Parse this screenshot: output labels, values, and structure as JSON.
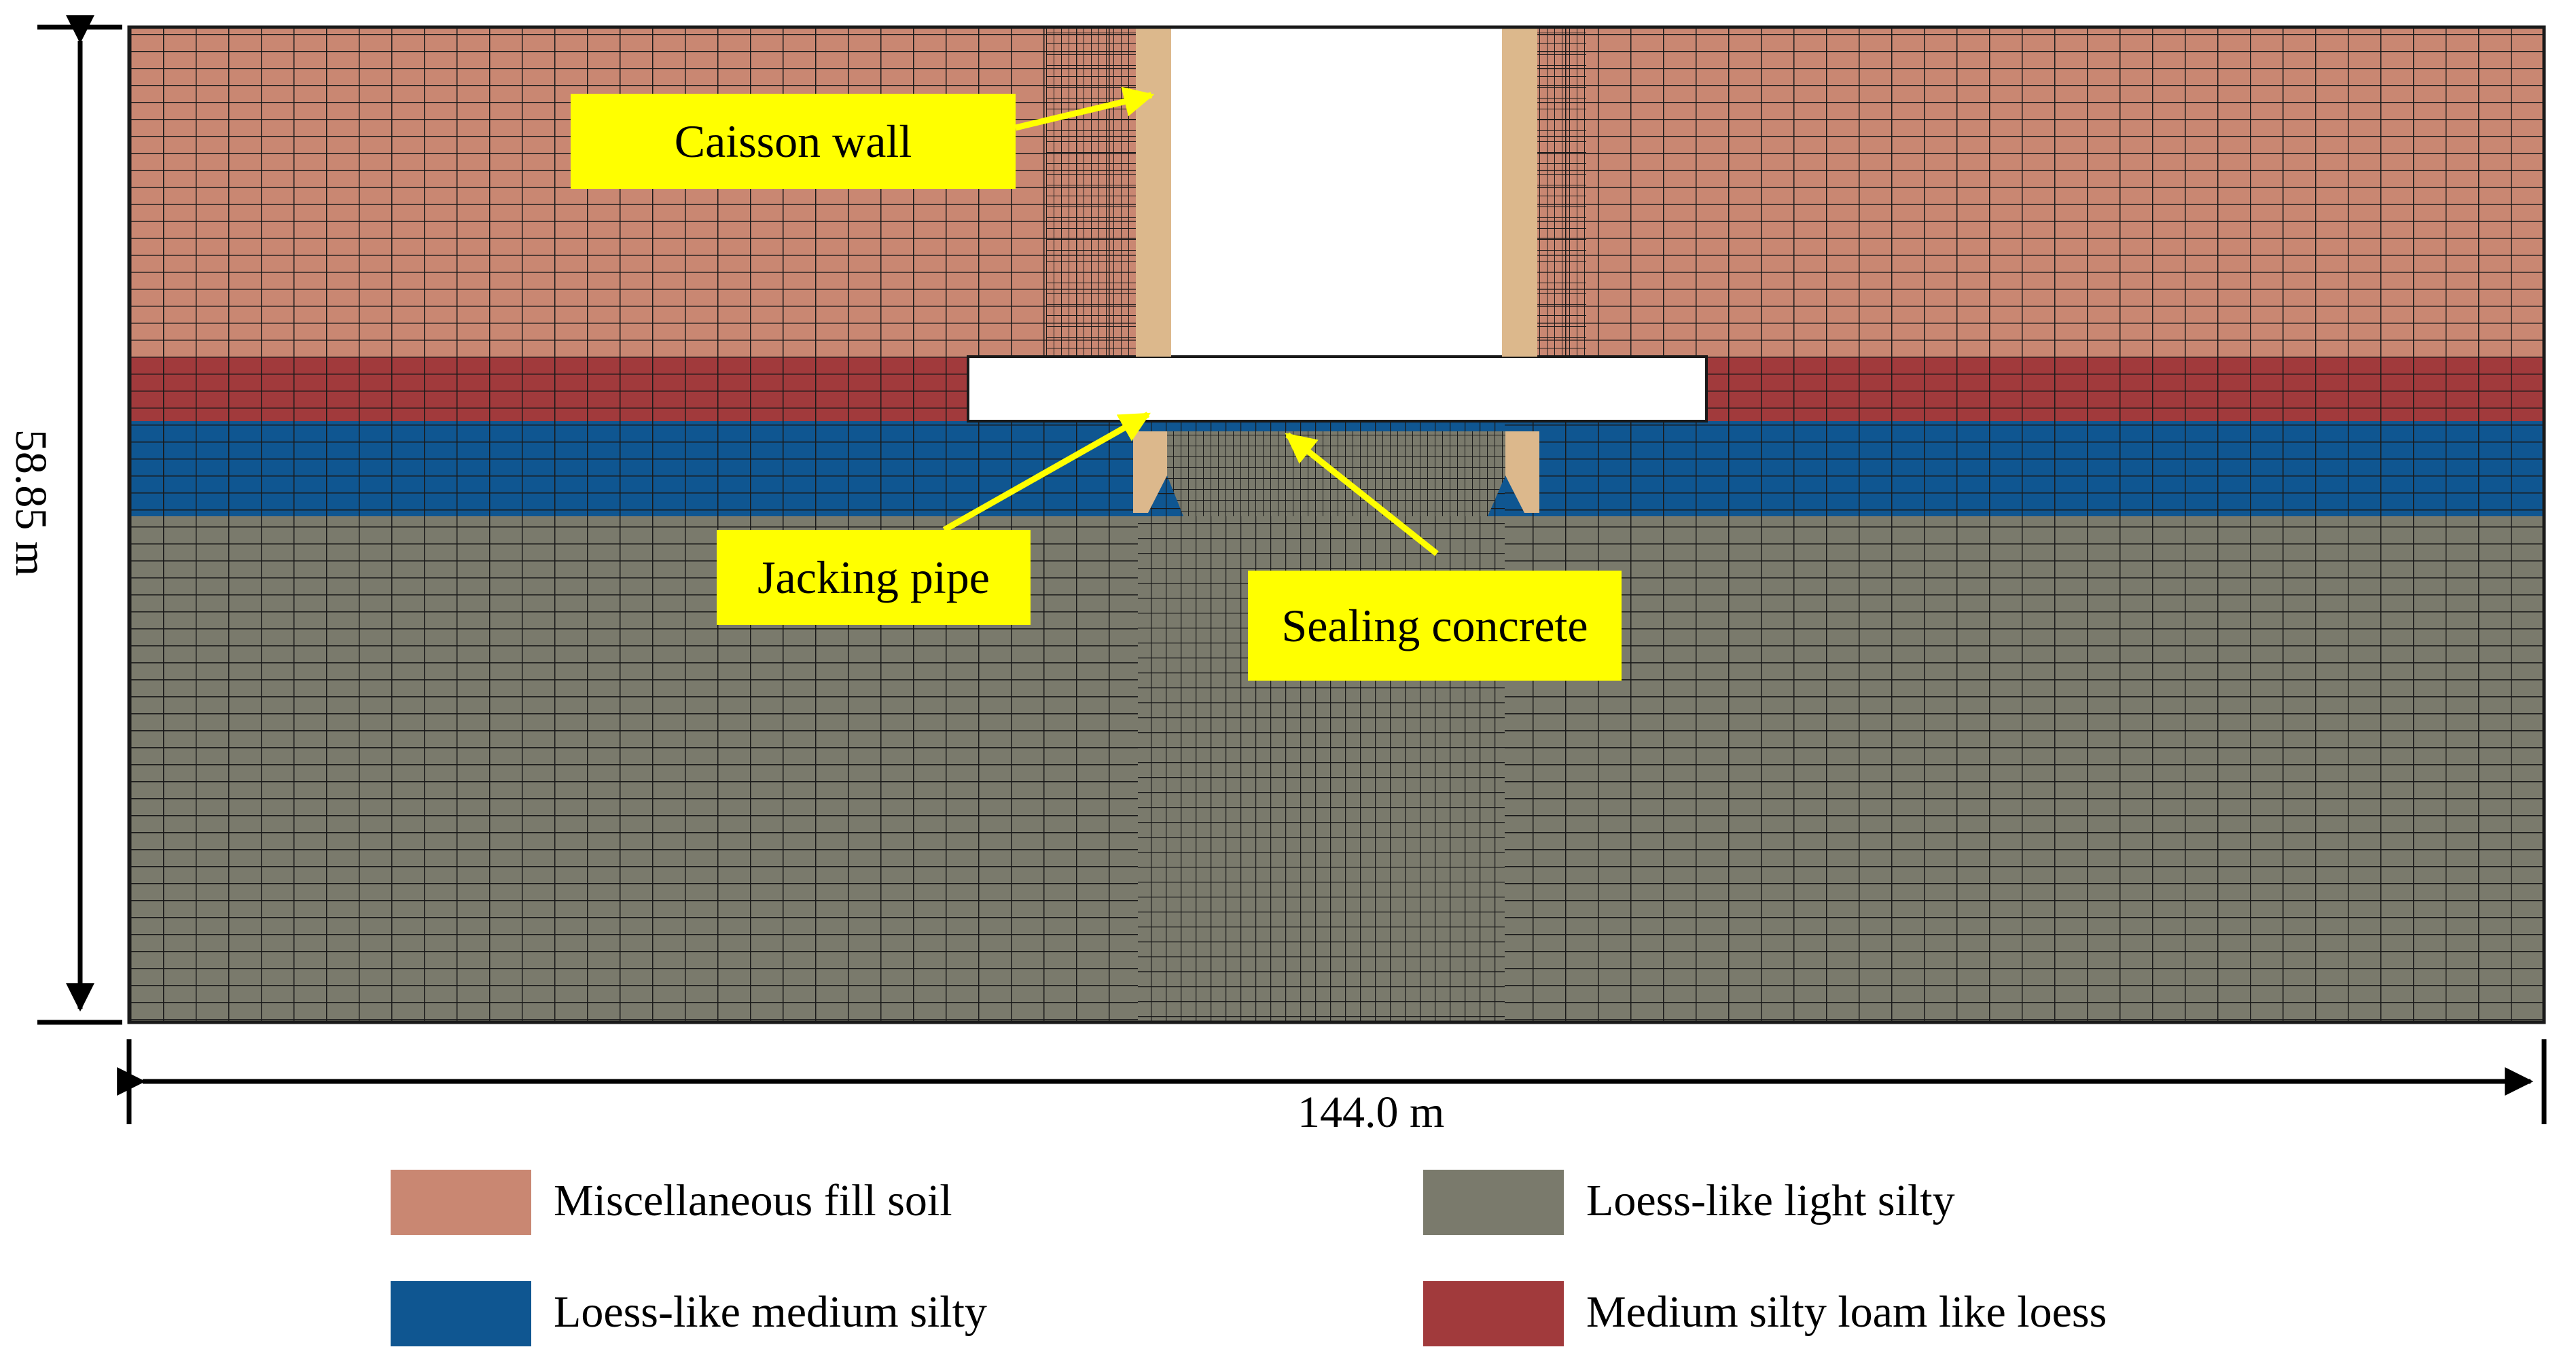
{
  "callouts": {
    "caisson_wall": "Caisson wall",
    "jacking_pipe": "Jacking pipe",
    "sealing_concrete": "Sealing concrete"
  },
  "dimensions": {
    "height": "58.85 m",
    "width": "144.0 m"
  },
  "legend": [
    {
      "label": "Miscellaneous fill soil",
      "color": "#c98772"
    },
    {
      "label": "Loess-like light silty",
      "color": "#7a7a6c"
    },
    {
      "label": "Loess-like medium silty",
      "color": "#0f5691"
    },
    {
      "label": "Medium silty loam like loess",
      "color": "#a13a3c"
    }
  ],
  "colors": {
    "fill_soil": "#c98772",
    "loam": "#a13a3c",
    "medium_silty": "#0f5691",
    "light_silty": "#7a7a6c",
    "caisson": "#dcb88c",
    "callout": "#ffff00"
  }
}
